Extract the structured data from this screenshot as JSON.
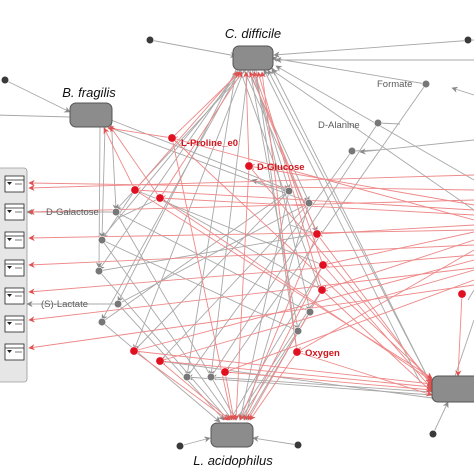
{
  "organisms": [
    {
      "id": "cdiff",
      "label": "C. difficile"
    },
    {
      "id": "bfrag",
      "label": "B. fragilis"
    },
    {
      "id": "lacid",
      "label": "L. acidophilus"
    },
    {
      "id": "right",
      "label": ""
    }
  ],
  "metabolites_labeled": [
    {
      "id": "formate",
      "label": "Formate",
      "highlight": false
    },
    {
      "id": "dalanine",
      "label": "D-Alanine",
      "highlight": false
    },
    {
      "id": "lproline",
      "label": "L-Proline_e0",
      "highlight": true
    },
    {
      "id": "dglucose",
      "label": "D-Glucose",
      "highlight": true
    },
    {
      "id": "dgalactose",
      "label": "D-Galactose",
      "highlight": false
    },
    {
      "id": "slactate",
      "label": "(S)-Lactate",
      "highlight": false
    },
    {
      "id": "oxygen",
      "label": "Oxygen",
      "highlight": true
    }
  ],
  "colors": {
    "node_fill": "#8c8c8c",
    "node_stroke": "#555555",
    "gray_edge": "#a8a8a8",
    "gray_dot": "#777777",
    "dark_dot": "#3a3a3a",
    "red_edge": "#ee8888",
    "red_dot": "#e01020",
    "panel_bg": "#e6e6e6"
  },
  "panel": {
    "item_count": 7,
    "item_icon": "mini-window-icon"
  }
}
